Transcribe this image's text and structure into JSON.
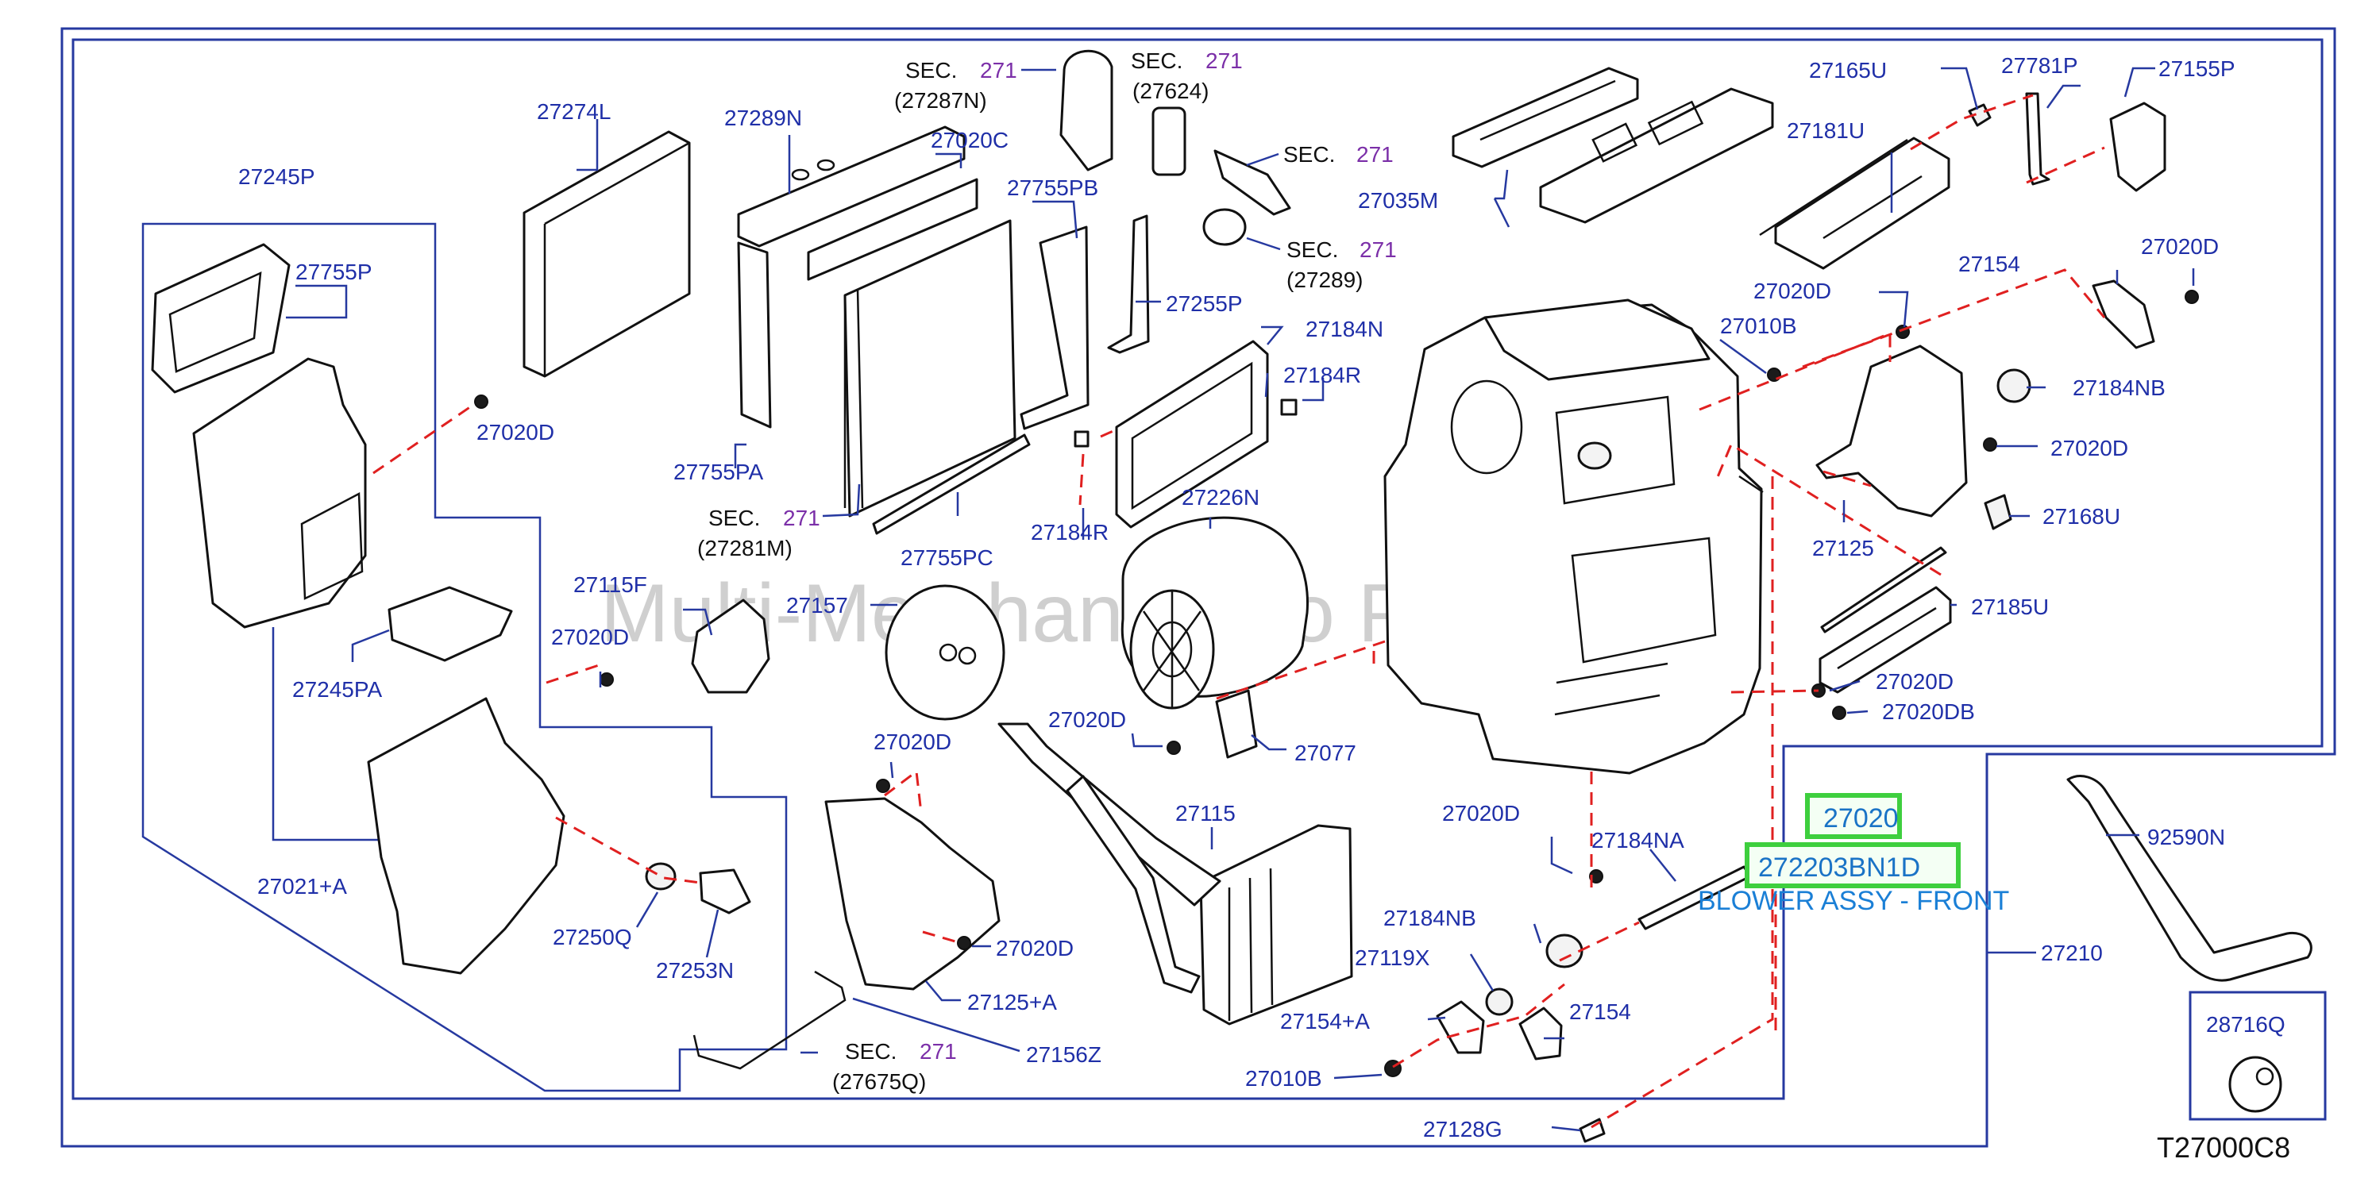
{
  "diagram_code": "T27000C8",
  "watermark": "Multi-Merchant Auto Parts.com",
  "highlight": {
    "part_number": "27020",
    "full_part_number": "272203BN1D",
    "description": "BLOWER ASSY - FRONT"
  },
  "sec_refs": [
    {
      "sec": "SEC.",
      "num": "271",
      "sub": "(27287N)"
    },
    {
      "sec": "SEC.",
      "num": "271",
      "sub": "(27624)"
    },
    {
      "sec": "SEC.",
      "num": "271",
      "sub": ""
    },
    {
      "sec": "SEC.",
      "num": "271",
      "sub": "(27289)"
    },
    {
      "sec": "SEC.",
      "num": "271",
      "sub": "(27281M)"
    },
    {
      "sec": "SEC.",
      "num": "271",
      "sub": "(27675Q)"
    }
  ],
  "labels": [
    "27274L",
    "27289N",
    "27020C",
    "27245P",
    "27755P",
    "27755PB",
    "27255P",
    "27184N",
    "27184R",
    "27755PA",
    "27755PC",
    "27184R",
    "27226N",
    "27035M",
    "27165U",
    "27781P",
    "27155P",
    "27181U",
    "27154",
    "27020D",
    "27020D",
    "27010B",
    "27184NB",
    "27020D",
    "27125",
    "27168U",
    "27185U",
    "27020D",
    "27020DB",
    "27020D",
    "27115F",
    "27020D",
    "27157",
    "27245PA",
    "27020D",
    "27077",
    "27020D",
    "27115",
    "27021+A",
    "27250Q",
    "27253N",
    "27020D",
    "27125+A",
    "27156Z",
    "27020D",
    "27184NA",
    "27184NB",
    "27119X",
    "27154+A",
    "27154",
    "27010B",
    "27128G",
    "92590N",
    "27210",
    "28716Q"
  ]
}
